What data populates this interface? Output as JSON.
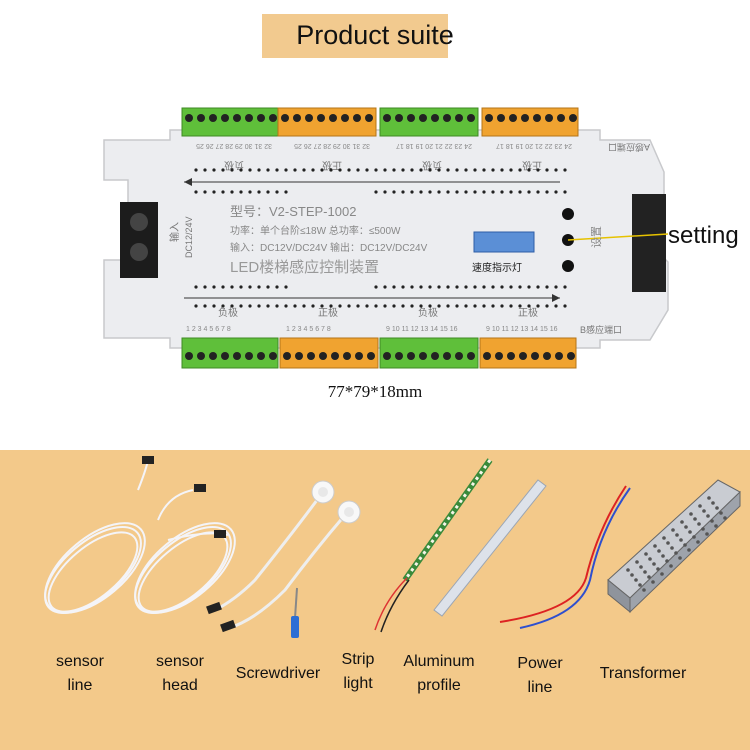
{
  "header": {
    "title": "Product suite"
  },
  "controller": {
    "model": "型号：V2-STEP-1002",
    "power": "功率：单个台阶≤18W 总功率：≤500W",
    "io": "输入：DC12V/DC24V 输出：DC12V/DC24V",
    "name": "LED楼梯感应控制装置",
    "speed_indicator": "速度指示灯",
    "input_label": "输入",
    "input_voltage": "DC12/24V",
    "negative": "负极",
    "positive": "正极",
    "sensor_a": "A感应端口",
    "sensor_b": "B感应端口",
    "setting_vertical": "设置",
    "top_numbers_1": "32 31 30 29 28 27 26 25",
    "top_numbers_2": "32 31 30 29 28 27 26 25",
    "top_numbers_3": "24 23 22 21 20 19 18 17",
    "top_numbers_4": "24 23 22 21 20 19 18 17",
    "bottom_numbers_1": "1 2 3 4 5 6 7 8",
    "bottom_numbers_2": "1 2 3 4 5 6 7 8",
    "bottom_numbers_3": "9 10 11 12 13 14 15 16",
    "bottom_numbers_4": "9 10 11 12 13 14 15 16"
  },
  "callout": {
    "setting": "setting"
  },
  "dimensions": "77*79*18mm",
  "accessories": [
    {
      "line1": "sensor",
      "line2": "line"
    },
    {
      "line1": "sensor",
      "line2": "head"
    },
    {
      "line1": "Screwdriver",
      "line2": ""
    },
    {
      "line1": "Strip",
      "line2": "light"
    },
    {
      "line1": "Aluminum",
      "line2": "profile"
    },
    {
      "line1": "Power",
      "line2": "line"
    },
    {
      "line1": "Transformer",
      "line2": ""
    }
  ],
  "colors": {
    "banner": "#f2ca8f",
    "panel": "#f3c98a",
    "terminal_green": "#5fbf3a",
    "terminal_orange": "#f0a330",
    "housing": "#ecedf0"
  }
}
